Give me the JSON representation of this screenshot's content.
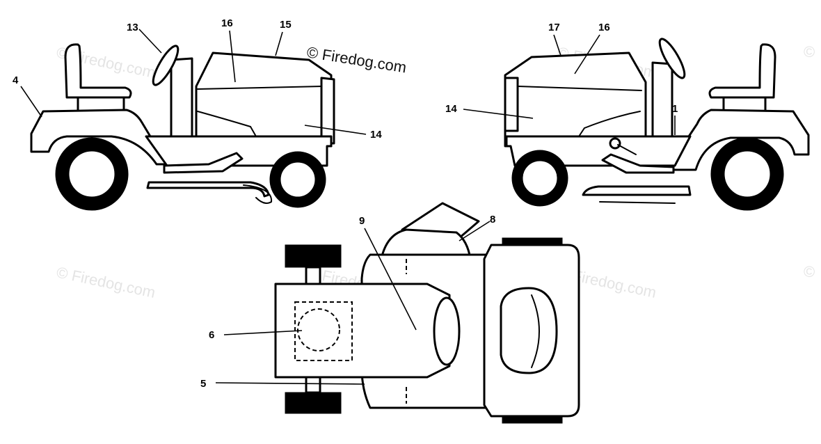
{
  "diagram": {
    "watermark_main": "© Firedog.com",
    "watermark_faint": "© Firedog.com",
    "callouts": {
      "c13": "13",
      "c16_left": "16",
      "c15": "15",
      "c4": "4",
      "c14_left": "14",
      "c17": "17",
      "c16_right": "16",
      "c14_right": "14",
      "c1": "1",
      "c9": "9",
      "c8": "8",
      "c6": "6",
      "c5": "5"
    }
  }
}
